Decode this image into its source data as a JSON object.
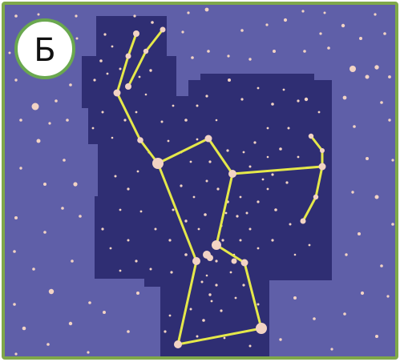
{
  "badge": {
    "letter": "Б"
  },
  "colors": {
    "background": "#5f5fa8",
    "region": "#2f2e73",
    "border": "#7fa84a",
    "line": "#e5e84a",
    "star": "#f2d3c4",
    "badge_fill": "#ffffff",
    "badge_ring": "#6aa84f"
  },
  "icons": {
    "constellation": "constellation-figure",
    "region": "sky-region-shape"
  }
}
